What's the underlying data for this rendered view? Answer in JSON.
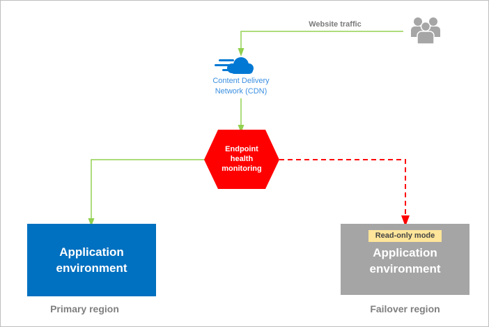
{
  "traffic_label": "Website traffic",
  "cdn": {
    "line1": "Content Delivery",
    "line2": "Network (CDN)"
  },
  "monitor": {
    "line1": "Endpoint",
    "line2": "health",
    "line3": "monitoring"
  },
  "primary": {
    "line1": "Application",
    "line2": "environment",
    "region": "Primary region"
  },
  "failover": {
    "badge": "Read-only mode",
    "line1": "Application",
    "line2": "environment",
    "region": "Failover region"
  },
  "colors": {
    "green": "#92d050",
    "red": "#ff0000",
    "blue": "#0070c0",
    "gray": "#a5a5a5",
    "cloud": "#0078d4",
    "badge": "#ffe599",
    "users": "#a6a6a6"
  }
}
